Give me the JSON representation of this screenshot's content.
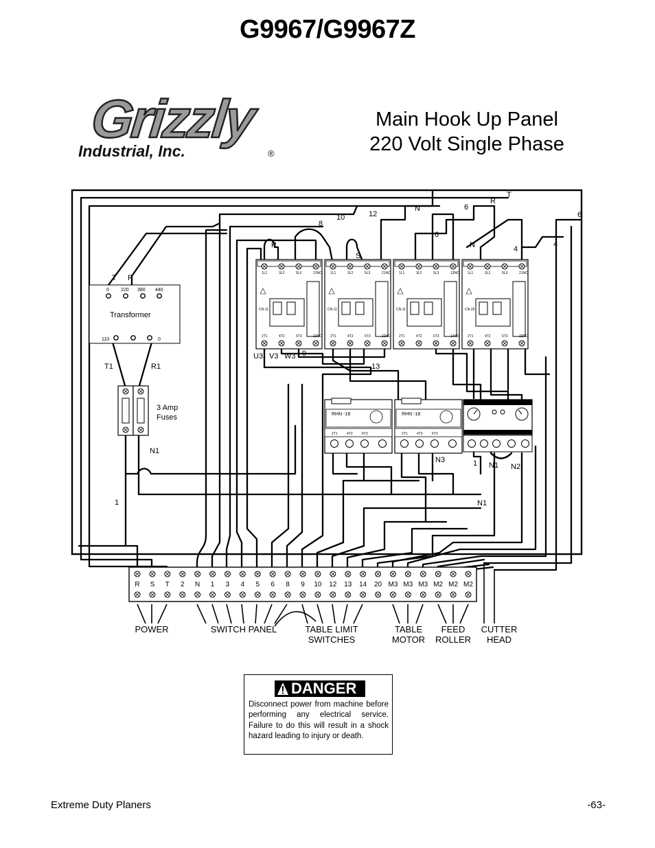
{
  "header": {
    "model_title": "G9967/G9967Z"
  },
  "logo": {
    "brand": "Grizzly",
    "company": "Industrial, Inc.",
    "registered": "®"
  },
  "panel_title": {
    "line1": "Main Hook Up Panel",
    "line2": "220 Volt Single Phase"
  },
  "transformer": {
    "label": "Transformer",
    "top_left": "T",
    "top_right": "R",
    "taps_top": [
      "0",
      "220",
      "380",
      "440"
    ],
    "tap_bottom_left": "110",
    "tap_bottom_right": "0",
    "out_left": "T1",
    "out_right": "R1"
  },
  "fuses": {
    "label_line1": "3 Amp",
    "label_line2": "Fuses",
    "neutral": "N1",
    "line_one": "1"
  },
  "wire_labels": {
    "t_top": "T",
    "r_top": "R",
    "n_top": "N",
    "six_a": "6",
    "six_b": "6",
    "six_c": "6",
    "eight": "8",
    "ten": "10",
    "twelve": "12",
    "r_contactor": "R",
    "s_contactor": "S",
    "n_contactor": "N",
    "four_a": "4",
    "four_b": "4",
    "nine": "9",
    "thirteen": "13",
    "u3": "U3",
    "v3": "V3",
    "w3": "W3",
    "n3": "N3",
    "one_relay": "1",
    "n1_relay": "N1",
    "n2_relay": "N2",
    "n1_lower": "N1"
  },
  "contactors": [
    {
      "top": [
        "1L1",
        "3L2",
        "5L3",
        "21NC"
      ],
      "bottom": [
        "2T1",
        "4T2",
        "6T3",
        "22NC"
      ],
      "tag": "CN-11"
    },
    {
      "top": [
        "1L1",
        "3L2",
        "5L3",
        "21NC"
      ],
      "bottom": [
        "2T1",
        "4T2",
        "6T3",
        "22NC"
      ],
      "tag": "CN-11"
    },
    {
      "top": [
        "1L1",
        "3L2",
        "5L3",
        "13NO"
      ],
      "bottom": [
        "2T1",
        "4T2",
        "6T3",
        "14NO"
      ],
      "tag": "CN-11"
    },
    {
      "top": [
        "1L1",
        "3L2",
        "5L3",
        "21NC"
      ],
      "bottom": [
        "2T1",
        "4T2",
        "6T3",
        "22NC"
      ],
      "tag": "CN-25"
    }
  ],
  "overloads": [
    {
      "model": "RHN -18",
      "terminals": [
        "2T1",
        "4T2",
        "6T3"
      ]
    },
    {
      "model": "RHN -18",
      "terminals": [
        "2T1",
        "4T2",
        "6T3"
      ]
    }
  ],
  "terminal_strip": {
    "labels": [
      "R",
      "S",
      "T",
      "2",
      "N",
      "1",
      "3",
      "4",
      "5",
      "6",
      "8",
      "9",
      "10",
      "12",
      "13",
      "14",
      "20",
      "M3",
      "M3",
      "M3",
      "M2",
      "M2",
      "M2"
    ]
  },
  "groups": {
    "power": "POWER",
    "switch_panel": "SWITCH PANEL",
    "table_limit_1": "TABLE LIMIT",
    "table_limit_2": "SWITCHES",
    "table_motor_1": "TABLE",
    "table_motor_2": "MOTOR",
    "feed_roller_1": "FEED",
    "feed_roller_2": "ROLLER",
    "cutter_head_1": "CUTTER",
    "cutter_head_2": "HEAD"
  },
  "danger": {
    "heading": "DANGER",
    "text": "Disconnect power from machine before performing any electrical service. Failure to do this will result in a shock hazard leading to injury or death."
  },
  "footer": {
    "left": "Extreme Duty Planers",
    "right": "-63-"
  }
}
